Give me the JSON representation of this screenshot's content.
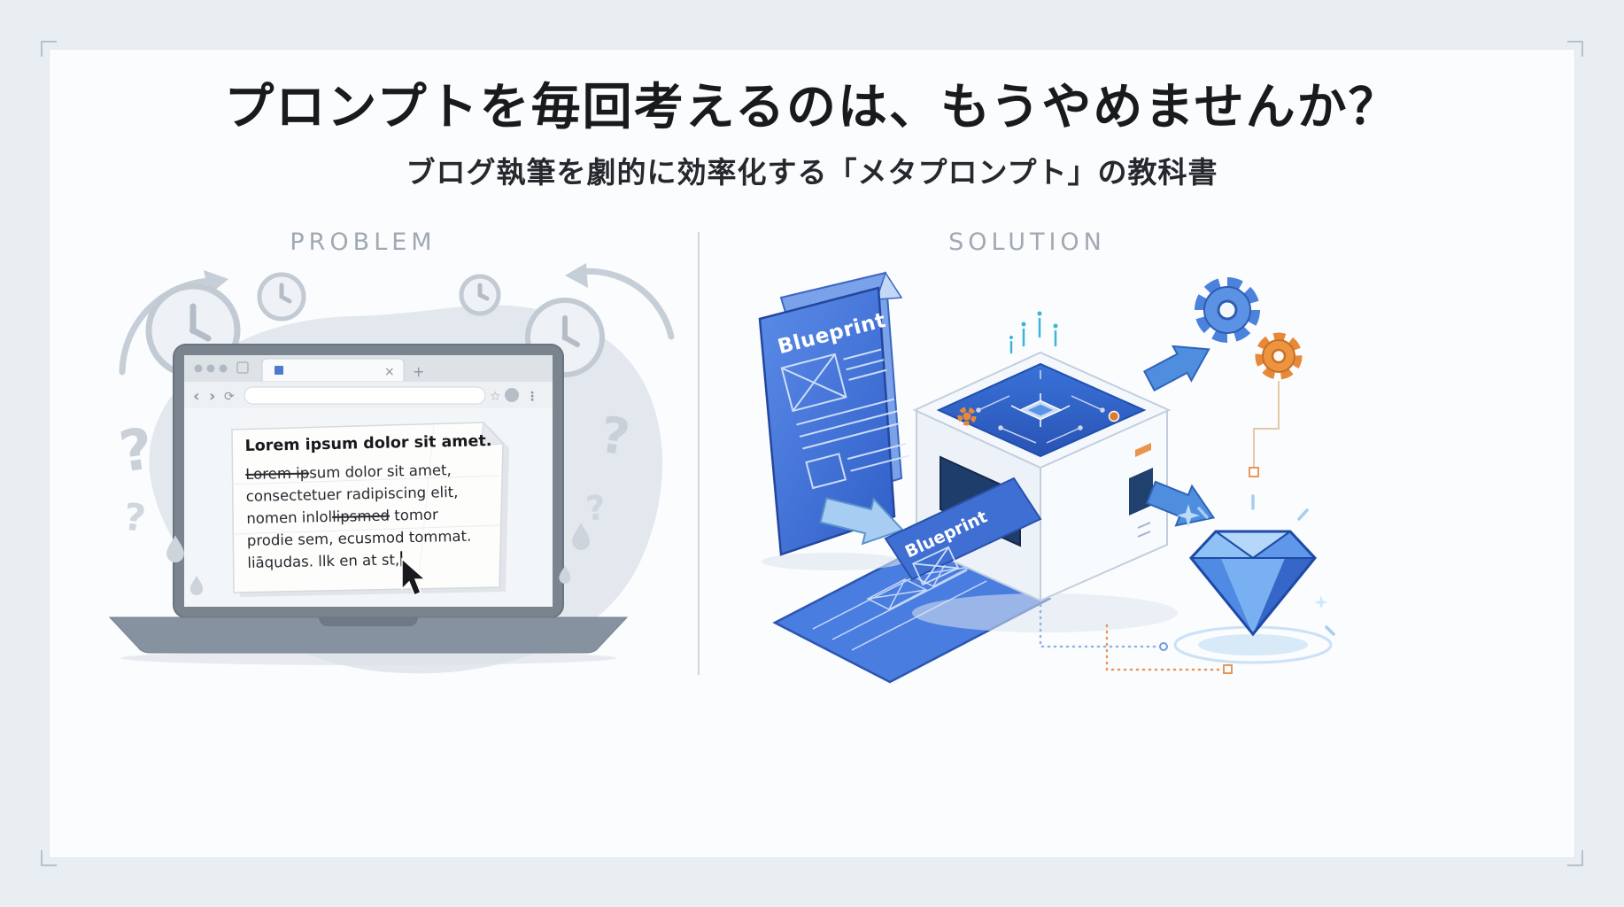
{
  "header": {
    "title": "プロンプトを毎回考えるのは、もうやめませんか？",
    "subtitle": "ブログ執筆を劇的に効率化する「メタプロンプト」の教科書"
  },
  "panels": {
    "problem_label": "PROBLEM",
    "solution_label": "SOLUTION"
  },
  "problem": {
    "paper": {
      "heading": "Lorem ipsum dolor sit amet.",
      "line1_struck": "Lorem ip",
      "line1_rest": "sum dolor sit amet,",
      "line2": "consectetuer radipiscing elit,",
      "line3_pre": "nomen inlol",
      "line3_struck": "lipsmed",
      "line3_post": " tomor",
      "line4": "prodie sem, ecusmod tommat.",
      "line5": "liāqudas. llk en at st,"
    }
  },
  "solution": {
    "blueprint_label": "Blueprint"
  },
  "icons": {
    "back": "‹",
    "forward": "›",
    "reload": "⟳",
    "star": "☆",
    "tab_close": "×",
    "new_tab": "+",
    "menu": "⋮",
    "question_mark": "?"
  },
  "colors": {
    "page_background": "#e9eef3",
    "panel_background": "#fafcfe",
    "blueprint_blue": "#3f6fd2",
    "accent_orange": "#e8893a",
    "gem_blue": "#3b76d6",
    "muted_gray": "#a0a9b3"
  }
}
